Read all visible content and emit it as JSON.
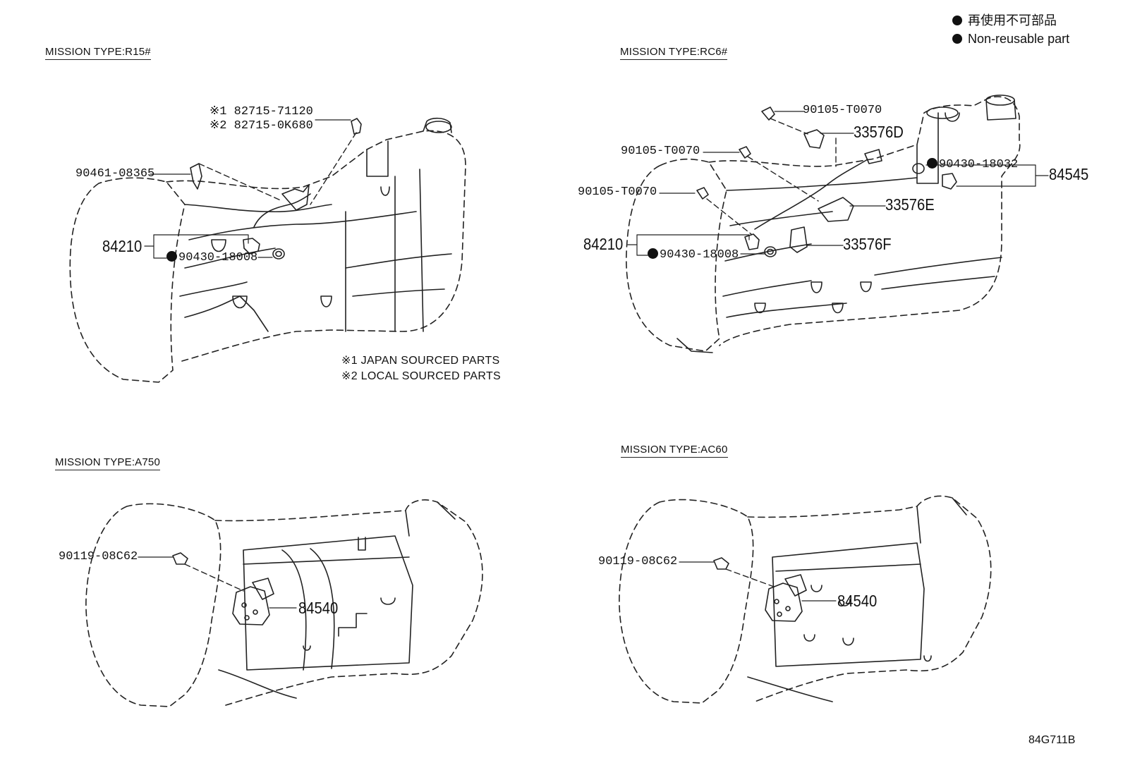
{
  "legend": {
    "line1": "再使用不可部品",
    "line2": "Non-reusable part"
  },
  "panels": {
    "r15": {
      "title": "MISSION TYPE:R15#",
      "clip_1": "※1 82715-71120",
      "clip_2": "※2 82715-0K680",
      "clamp": "90461-08365",
      "sensor": "84210",
      "gasket": "90430-18008",
      "note_1": "※1 JAPAN SOURCED PARTS",
      "note_2": "※2 LOCAL SOURCED PARTS"
    },
    "rc6": {
      "title": "MISSION TYPE:RC6#",
      "bolt_1": "90105-T0070",
      "bolt_2": "90105-T0070",
      "bolt_3": "90105-T0070",
      "bracket_d": "33576D",
      "bracket_e": "33576E",
      "bracket_f": "33576F",
      "gasket_2": "90430-18032",
      "switch": "84545",
      "sensor": "84210",
      "gasket": "90430-18008"
    },
    "a750": {
      "title": "MISSION TYPE:A750",
      "bolt": "90119-08C62",
      "switch": "84540"
    },
    "ac60": {
      "title": "MISSION TYPE:AC60",
      "bolt": "90119-08C62",
      "switch": "84540"
    }
  },
  "figure_code": "84G711B"
}
